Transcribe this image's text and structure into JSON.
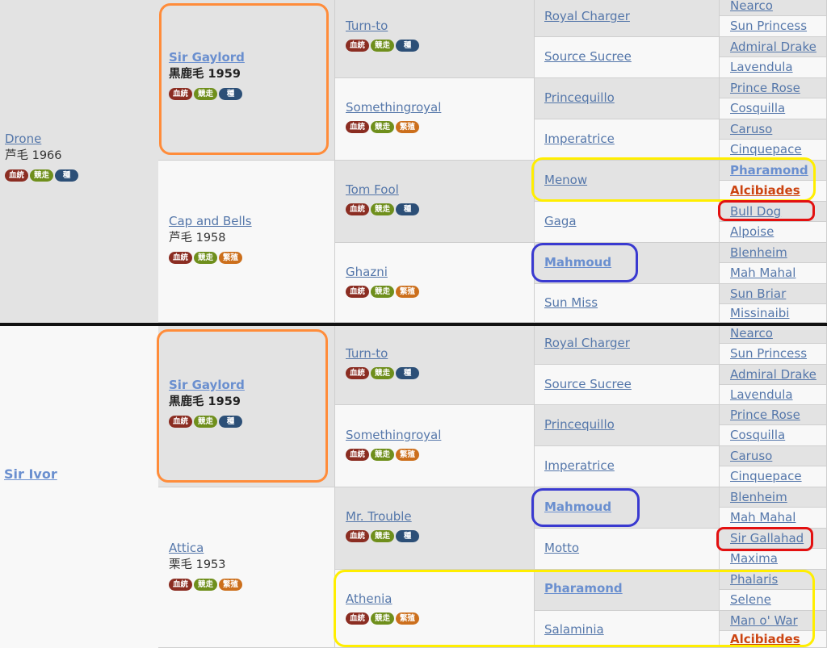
{
  "sire": {
    "name": "Sir Ivor"
  },
  "top": {
    "dam_sire": {
      "name": "Drone",
      "coat": "芦毛 1966",
      "badges": [
        "血統",
        "競走",
        "種"
      ]
    },
    "g1a": {
      "name": "Sir Gaylord",
      "coat": "黒鹿毛 1959",
      "badges": [
        "血統",
        "競走",
        "種"
      ]
    },
    "g1b": {
      "name": "Cap and Bells",
      "coat": "芦毛 1958",
      "badges": [
        "血統",
        "競走",
        "繁殖"
      ]
    },
    "g2": [
      {
        "name": "Turn-to",
        "badges": [
          "血統",
          "競走",
          "種"
        ]
      },
      {
        "name": "Somethingroyal",
        "badges": [
          "血統",
          "競走",
          "繁殖"
        ]
      },
      {
        "name": "Tom Fool",
        "badges": [
          "血統",
          "競走",
          "種"
        ]
      },
      {
        "name": "Ghazni",
        "badges": [
          "血統",
          "競走",
          "繁殖"
        ]
      }
    ],
    "g3": [
      "Royal Charger",
      "Source Sucree",
      "Princequillo",
      "Imperatrice",
      "Menow",
      "Gaga",
      "Mahmoud",
      "Sun Miss"
    ],
    "g4": [
      "Nearco",
      "Sun Princess",
      "Admiral Drake",
      "Lavendula",
      "Prince Rose",
      "Cosquilla",
      "Caruso",
      "Cinquepace",
      "Pharamond",
      "Alcibiades",
      "Bull Dog",
      "Alpoise",
      "Blenheim",
      "Mah Mahal",
      "Sun Briar",
      "Missinaibi"
    ]
  },
  "bottom": {
    "g1a": {
      "name": "Sir Gaylord",
      "coat": "黒鹿毛 1959",
      "badges": [
        "血統",
        "競走",
        "種"
      ]
    },
    "g1b": {
      "name": "Attica",
      "coat": "栗毛 1953",
      "badges": [
        "血統",
        "競走",
        "繁殖"
      ]
    },
    "g2": [
      {
        "name": "Turn-to",
        "badges": [
          "血統",
          "競走",
          "種"
        ]
      },
      {
        "name": "Somethingroyal",
        "badges": [
          "血統",
          "競走",
          "繁殖"
        ]
      },
      {
        "name": "Mr. Trouble",
        "badges": [
          "血統",
          "競走",
          "種"
        ]
      },
      {
        "name": "Athenia",
        "badges": [
          "血統",
          "競走",
          "繁殖"
        ]
      }
    ],
    "g3": [
      "Royal Charger",
      "Source Sucree",
      "Princequillo",
      "Imperatrice",
      "Mahmoud",
      "Motto",
      "Pharamond",
      "Salaminia"
    ],
    "g4": [
      "Nearco",
      "Sun Princess",
      "Admiral Drake",
      "Lavendula",
      "Prince Rose",
      "Cosquilla",
      "Caruso",
      "Cinquepace",
      "Blenheim",
      "Mah Mahal",
      "Sir Gallahad",
      "Maxima",
      "Phalaris",
      "Selene",
      "Man o' War",
      "Alcibiades"
    ]
  },
  "colors": {
    "highlight_orange": "#ff8c3a",
    "highlight_yellow": "#ffee00",
    "highlight_blue": "#3a3ad0",
    "highlight_red": "#e31010"
  }
}
